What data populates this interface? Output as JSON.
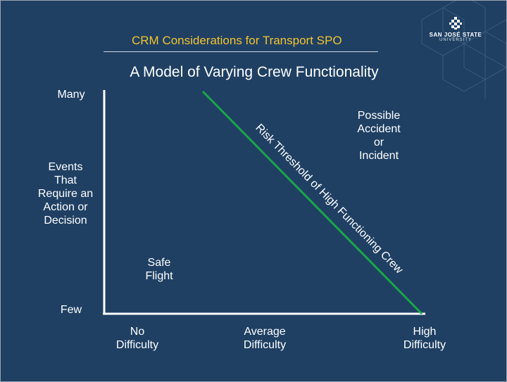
{
  "slide": {
    "header": "CRM Considerations for Transport SPO",
    "logo": {
      "name": "SAN JOSÉ STATE",
      "sub": "UNIVERSITY"
    },
    "title": "A Model of Varying Crew Functionality"
  },
  "diagram": {
    "y_axis": {
      "top_label": "Many",
      "bottom_label": "Few",
      "title_lines": [
        "Events",
        "That",
        "Require an",
        "Action or",
        "Decision"
      ]
    },
    "x_axis": {
      "ticks": [
        {
          "line1": "No",
          "line2": "Difficulty"
        },
        {
          "line1": "Average",
          "line2": "Difficulty"
        },
        {
          "line1": "High",
          "line2": "Difficulty"
        }
      ]
    },
    "threshold_line": {
      "label": "Risk Threshold of High Functioning Crew",
      "color": "#1aa64a"
    },
    "regions": {
      "safe": [
        "Safe",
        "Flight"
      ],
      "accident": [
        "Possible",
        "Accident",
        "or",
        "Incident"
      ]
    }
  }
}
